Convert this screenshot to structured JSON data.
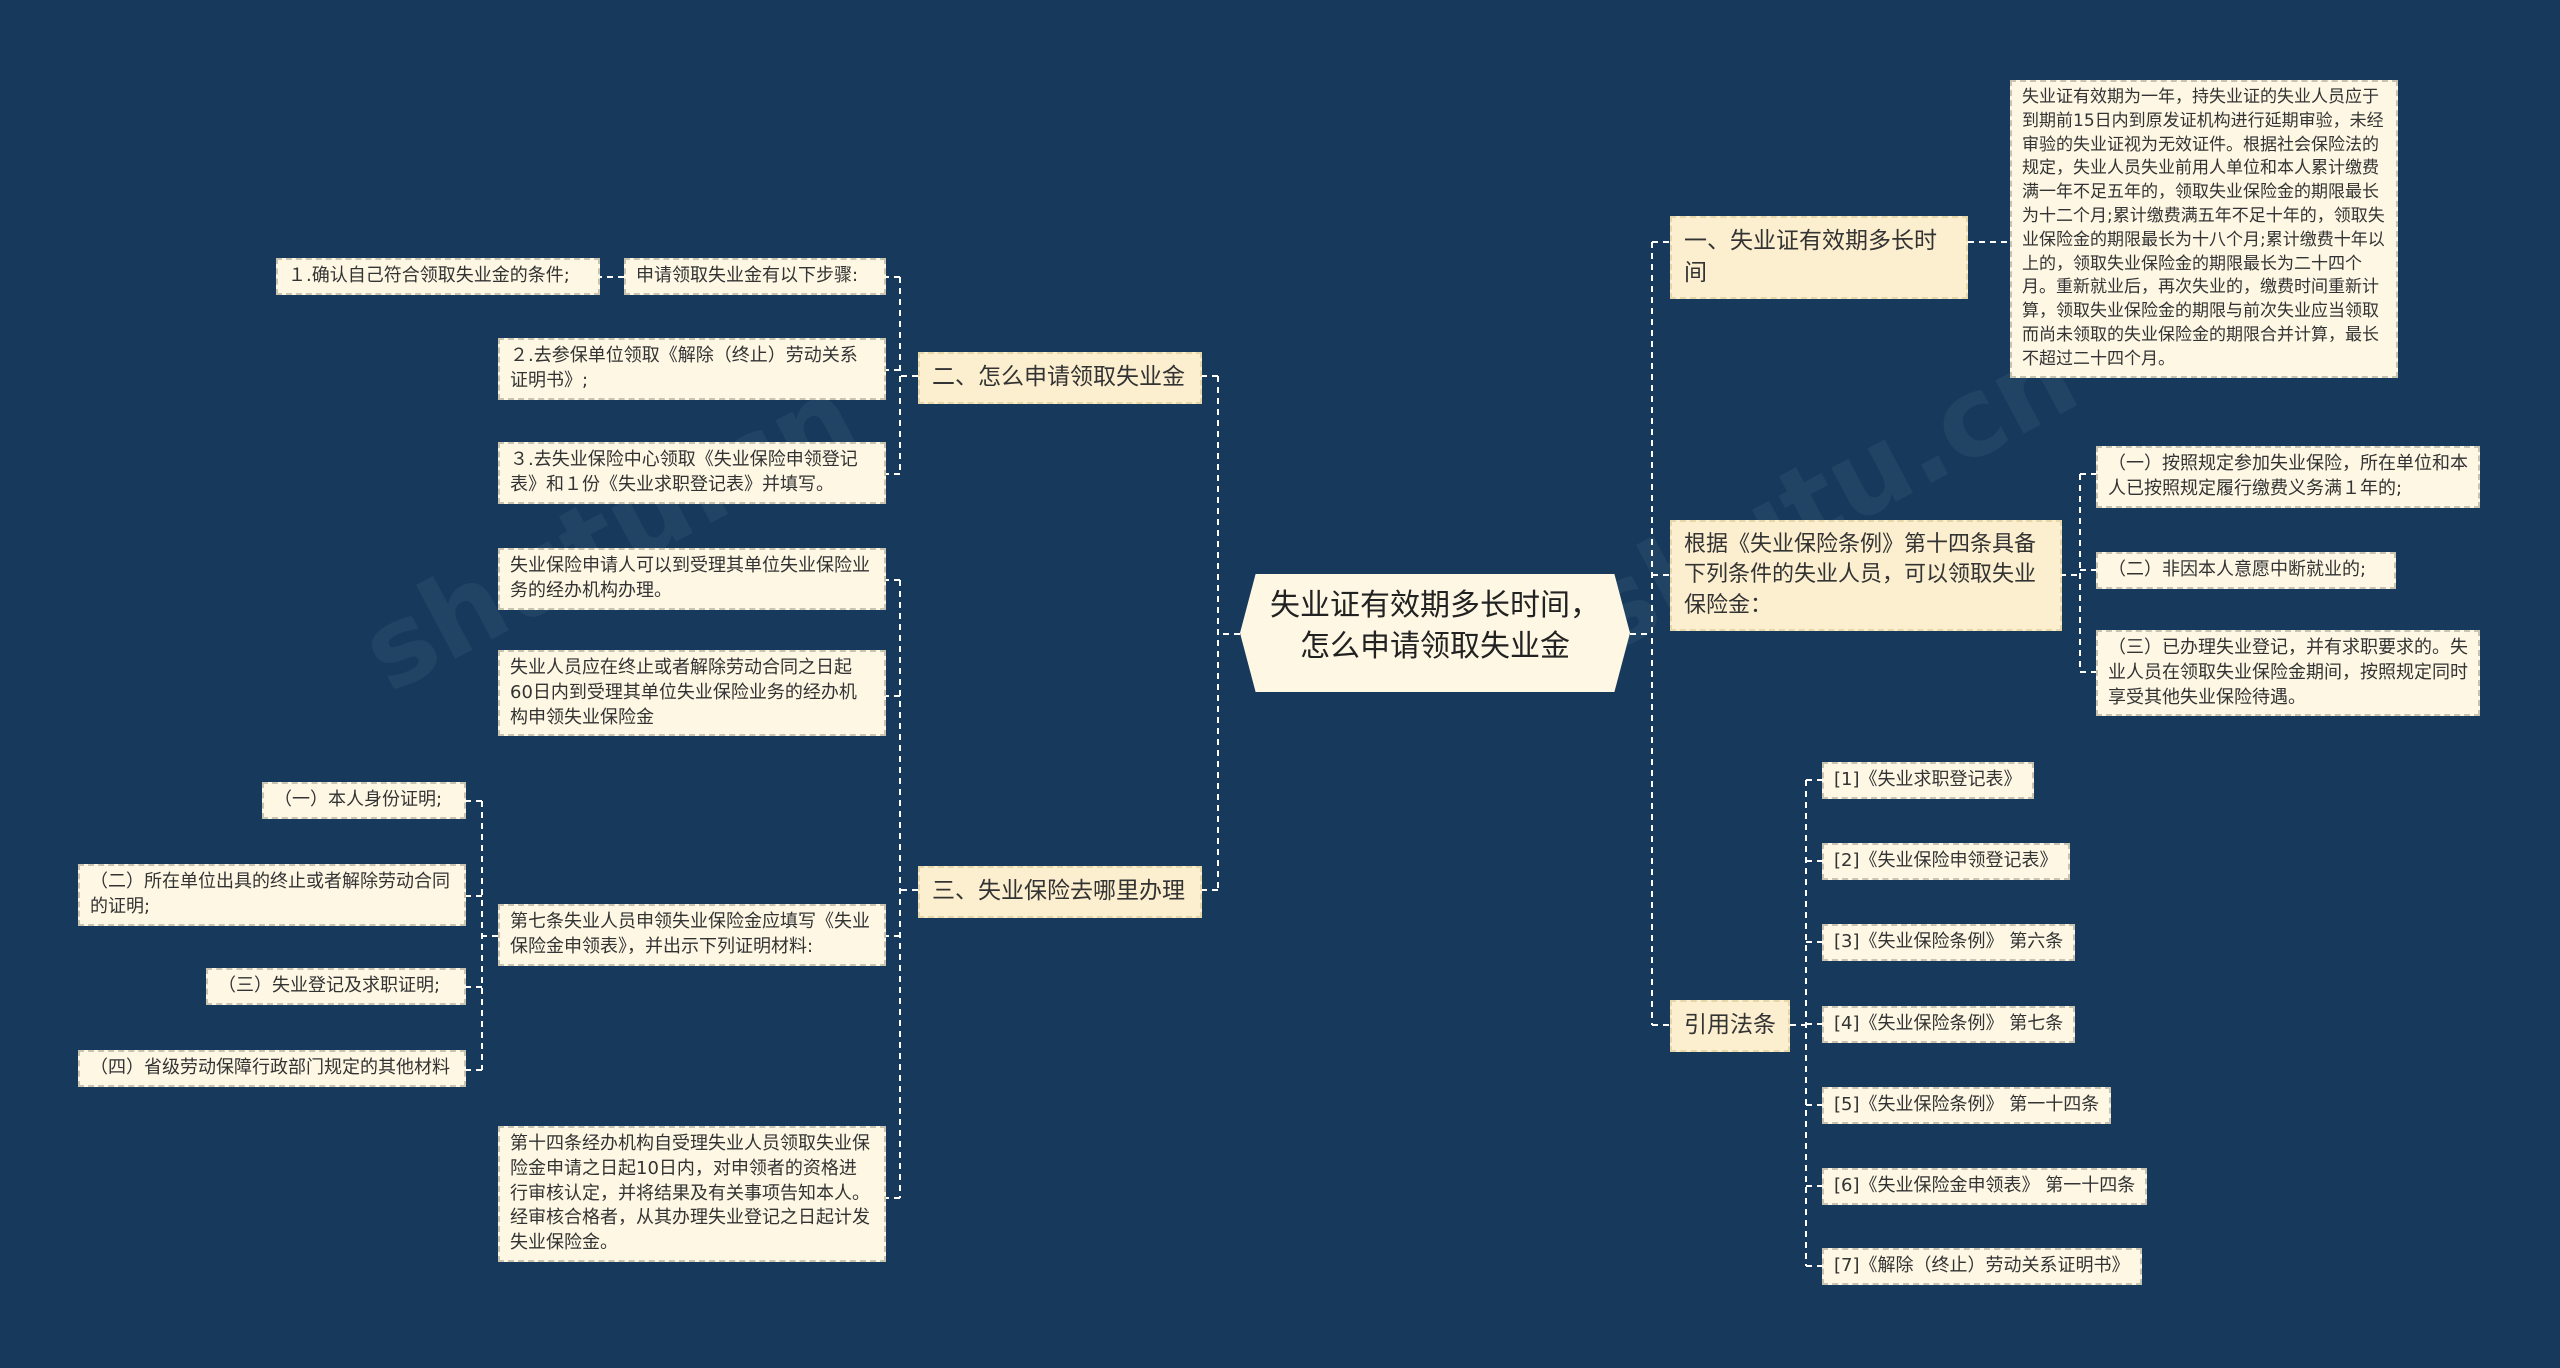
{
  "root": "失业证有效期多长时间，\n怎么申请领取失业金",
  "right": {
    "b1": {
      "label": "一、失业证有效期多长时间",
      "detail": "失业证有效期为一年，持失业证的失业人员应于到期前15日内到原发证机构进行延期审验，未经审验的失业证视为无效证件。根据社会保险法的规定，失业人员失业前用人单位和本人累计缴费满一年不足五年的，领取失业保险金的期限最长为十二个月;累计缴费满五年不足十年的，领取失业保险金的期限最长为十八个月;累计缴费十年以上的，领取失业保险金的期限最长为二十四个月。重新就业后，再次失业的，缴费时间重新计算，领取失业保险金的期限与前次失业应当领取而尚未领取的失业保险金的期限合并计算，最长不超过二十四个月。"
    },
    "b2": {
      "label": "根据《失业保险条例》第十四条具备下列条件的失业人员，可以领取失业保险金：",
      "items": [
        "（一）按照规定参加失业保险，所在单位和本人已按照规定履行缴费义务满１年的;",
        "（二）非因本人意愿中断就业的;",
        "（三）已办理失业登记，并有求职要求的。失业人员在领取失业保险金期间，按照规定同时享受其他失业保险待遇。"
      ]
    },
    "b3": {
      "label": "引用法条",
      "items": [
        "[1]《失业求职登记表》",
        "[2]《失业保险申领登记表》",
        "[3]《失业保险条例》 第六条",
        "[4]《失业保险条例》 第七条",
        "[5]《失业保险条例》 第一十四条",
        "[6]《失业保险金申领表》 第一十四条",
        "[7]《解除（终止）劳动关系证明书》"
      ]
    }
  },
  "left": {
    "b1": {
      "label": "二、怎么申请领取失业金",
      "steps_intro": "申请领取失业金有以下步骤:",
      "step1": "１.确认自己符合领取失业金的条件;",
      "step2": "２.去参保单位领取《解除（终止）劳动关系证明书》;",
      "step3": "３.去失业保险中心领取《失业保险申领登记表》和１份《失业求职登记表》并填写。"
    },
    "b2": {
      "label": "三、失业保险去哪里办理",
      "item1": "失业保险申请人可以到受理其单位失业保险业务的经办机构办理。",
      "item2": "失业人员应在终止或者解除劳动合同之日起60日内到受理其单位失业保险业务的经办机构申领失业保险金",
      "item3": "第七条失业人员申领失业保险金应填写《失业保险金申领表》，并出示下列证明材料:",
      "item3_children": [
        "（一）本人身份证明;",
        "（二）所在单位出具的终止或者解除劳动合同的证明;",
        "（三）失业登记及求职证明;",
        "（四）省级劳动保障行政部门规定的其他材料"
      ],
      "item4": "第十四条经办机构自受理失业人员领取失业保险金申请之日起10日内，对申领者的资格进行审核认定，并将结果及有关事项告知本人。经审核合格者，从其办理失业登记之日起计发失业保险金。"
    }
  },
  "colors": {
    "background": "#173a5c",
    "node": "#fdf7e4",
    "branch": "#fcefcf",
    "line": "#ffffff"
  }
}
